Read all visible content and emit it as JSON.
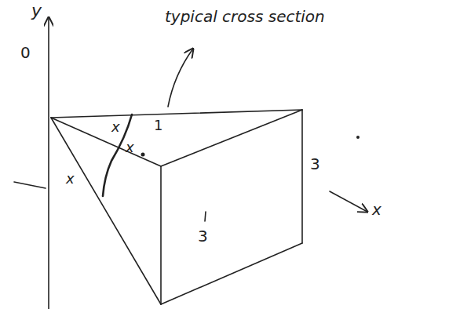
{
  "diagram": {
    "labels": [
      "y",
      "typical cross section",
      "0",
      "x",
      "x",
      "x",
      "1",
      "3",
      "3",
      "x"
    ]
  }
}
